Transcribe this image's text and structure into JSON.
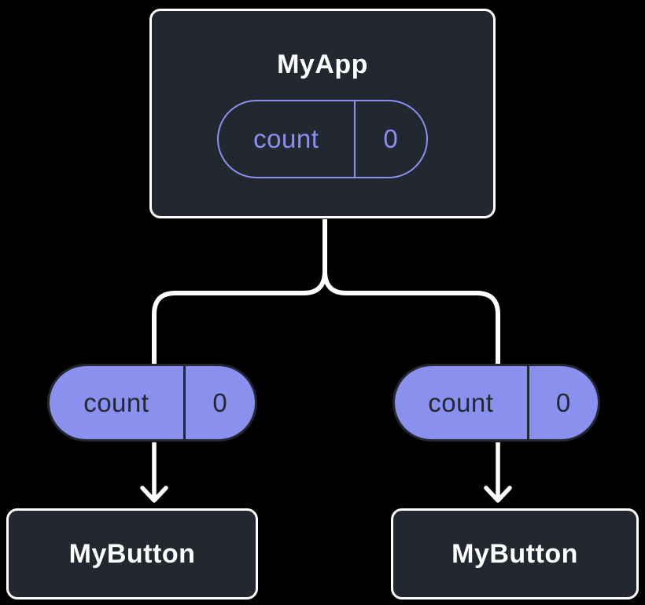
{
  "diagram": {
    "description": "React component tree: parent state passed down as props",
    "colors": {
      "background": "#000000",
      "node_fill": "#23272f",
      "node_border": "#ffffff",
      "accent_purple": "#8a90f0",
      "pill_fill": "#8a90ee",
      "pill_dark_text": "#23272f",
      "connector": "#ffffff"
    },
    "root": {
      "title": "MyApp",
      "state": {
        "key": "count",
        "value": "0"
      }
    },
    "left_branch": {
      "prop": {
        "key": "count",
        "value": "0"
      },
      "child_title": "MyButton"
    },
    "right_branch": {
      "prop": {
        "key": "count",
        "value": "0"
      },
      "child_title": "MyButton"
    }
  }
}
